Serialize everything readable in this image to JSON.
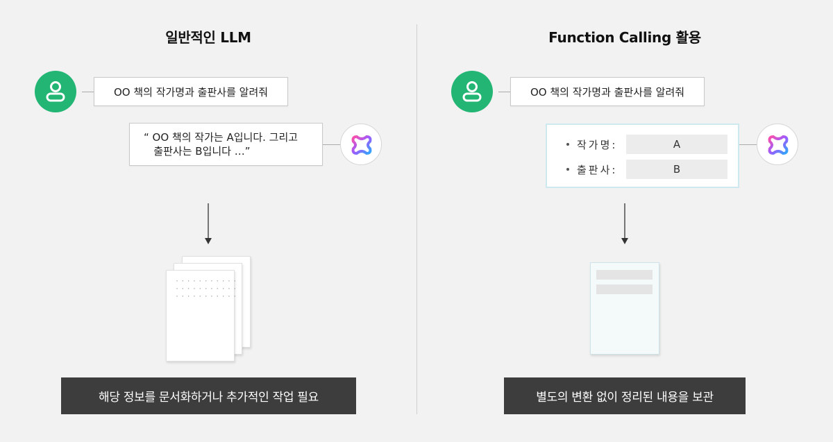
{
  "left": {
    "title": "일반적인 LLM",
    "question": "OO 책의 작가명과 출판사를 알려줘",
    "answer_line1": "“ OO 책의 작가는 A입니다. 그리고",
    "answer_line2": "   출판사는 B입니다 …”",
    "caption": "해당 정보를 문서화하거나 추가적인 작업 필요"
  },
  "right": {
    "title": "Function Calling 활용",
    "question": "OO 책의 작가명과 출판사를 알려줘",
    "fields": [
      {
        "label": "작가명:",
        "value": "A"
      },
      {
        "label": "출판사:",
        "value": "B"
      }
    ],
    "caption": "별도의 변환 없이 정리된 내용을 보관"
  },
  "colors": {
    "user_avatar": "#22b573",
    "caption_bg": "#3d3d3d",
    "structured_border": "#cde9ef"
  },
  "icons": [
    "user-icon",
    "ai-logo-icon",
    "arrow-down-icon",
    "stacked-papers-icon",
    "document-icon"
  ]
}
